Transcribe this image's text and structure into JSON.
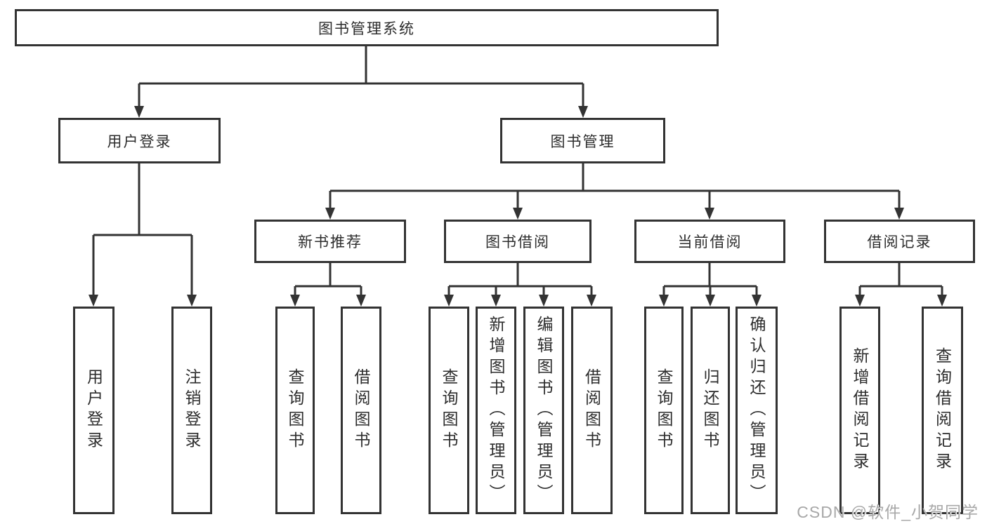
{
  "colors": {
    "line": "#333333",
    "box_border": "#333333",
    "box_bg": "#ffffff",
    "text": "#2d2d2d",
    "watermark": "#a8a8a8"
  },
  "diagram": {
    "root": "图书管理系统",
    "level2": {
      "user_login": "用户登录",
      "book_management": "图书管理"
    },
    "level3": {
      "new_book": "新书推荐",
      "borrowing": "图书借阅",
      "current": "当前借阅",
      "records": "借阅记录"
    },
    "leaves": {
      "user": [
        "用户登录",
        "注销登录"
      ],
      "new_book": [
        "查询图书",
        "借阅图书"
      ],
      "borrowing": [
        "查询图书",
        "新增图书（管理员）",
        "编辑图书（管理员）",
        "借阅图书"
      ],
      "current": [
        "查询图书",
        "归还图书",
        "确认归还（管理员）"
      ],
      "records": [
        "新增借阅记录",
        "查询借阅记录"
      ]
    }
  },
  "watermark": "CSDN @软件_小贺同学"
}
